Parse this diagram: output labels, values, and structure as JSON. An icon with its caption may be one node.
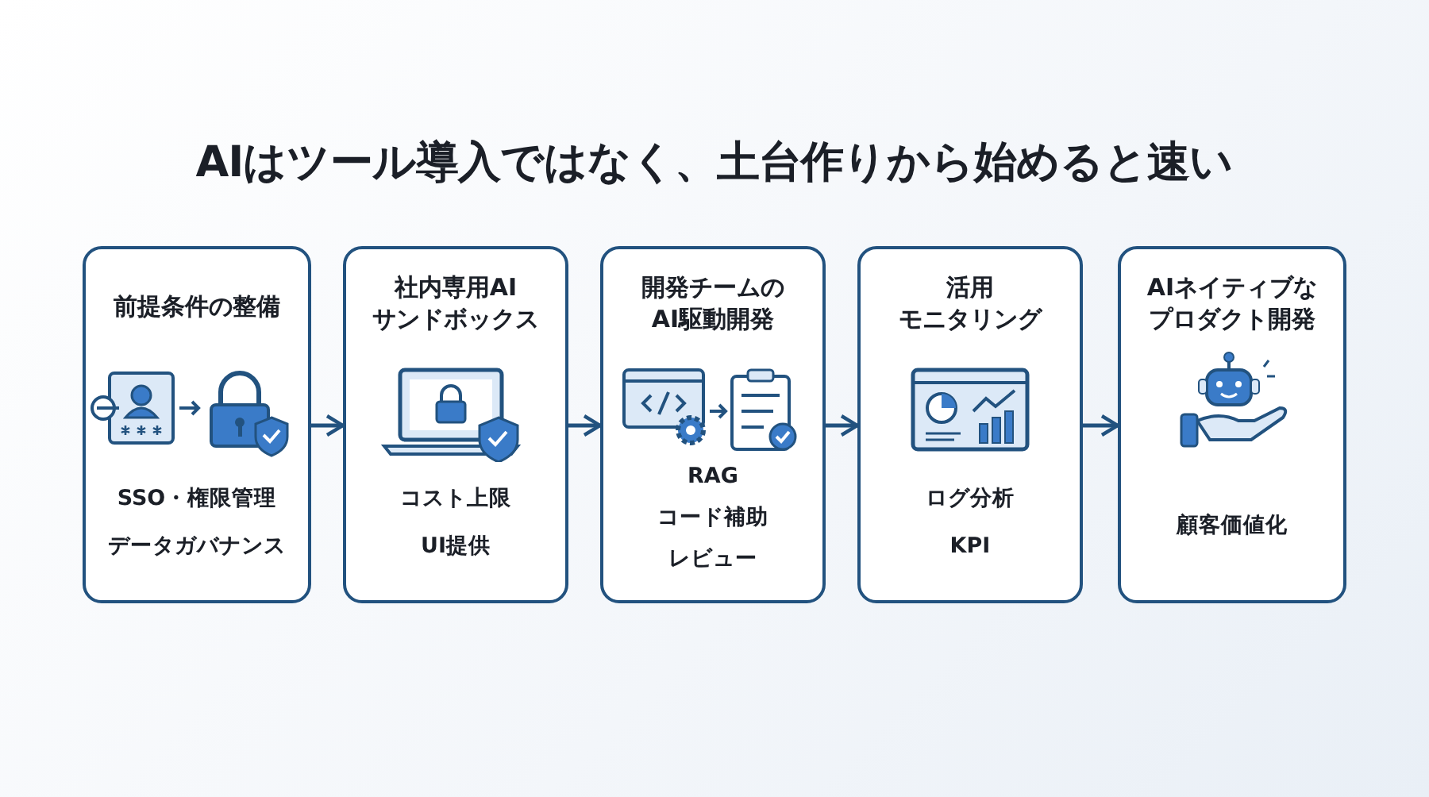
{
  "diagram": {
    "title": "AIはツール導入ではなく、土台作りから始めると速い",
    "nodes": [
      {
        "text": [
          "前提条件の整備",
          "SSO・権限管理",
          "データガバナンス"
        ]
      },
      {
        "text": [
          "社内専用AIサンドボックス",
          "コスト上限",
          "UI提供"
        ]
      },
      {
        "text": [
          "開発チームのAI駆動開発",
          "RAG",
          "コード補助",
          "レビュー"
        ]
      },
      {
        "text": [
          "活用モニタリング",
          "ログ分析",
          "KPI"
        ]
      },
      {
        "text": [
          "AIネイティブなプロダクト開発",
          "顧客価値化"
        ]
      }
    ],
    "edges": [
      {
        "from": 0,
        "to": 1,
        "arrow": "to"
      },
      {
        "from": 1,
        "to": 2,
        "arrow": "to"
      },
      {
        "from": 2,
        "to": 3,
        "arrow": "to"
      },
      {
        "from": 3,
        "to": 4,
        "arrow": "to"
      }
    ]
  }
}
